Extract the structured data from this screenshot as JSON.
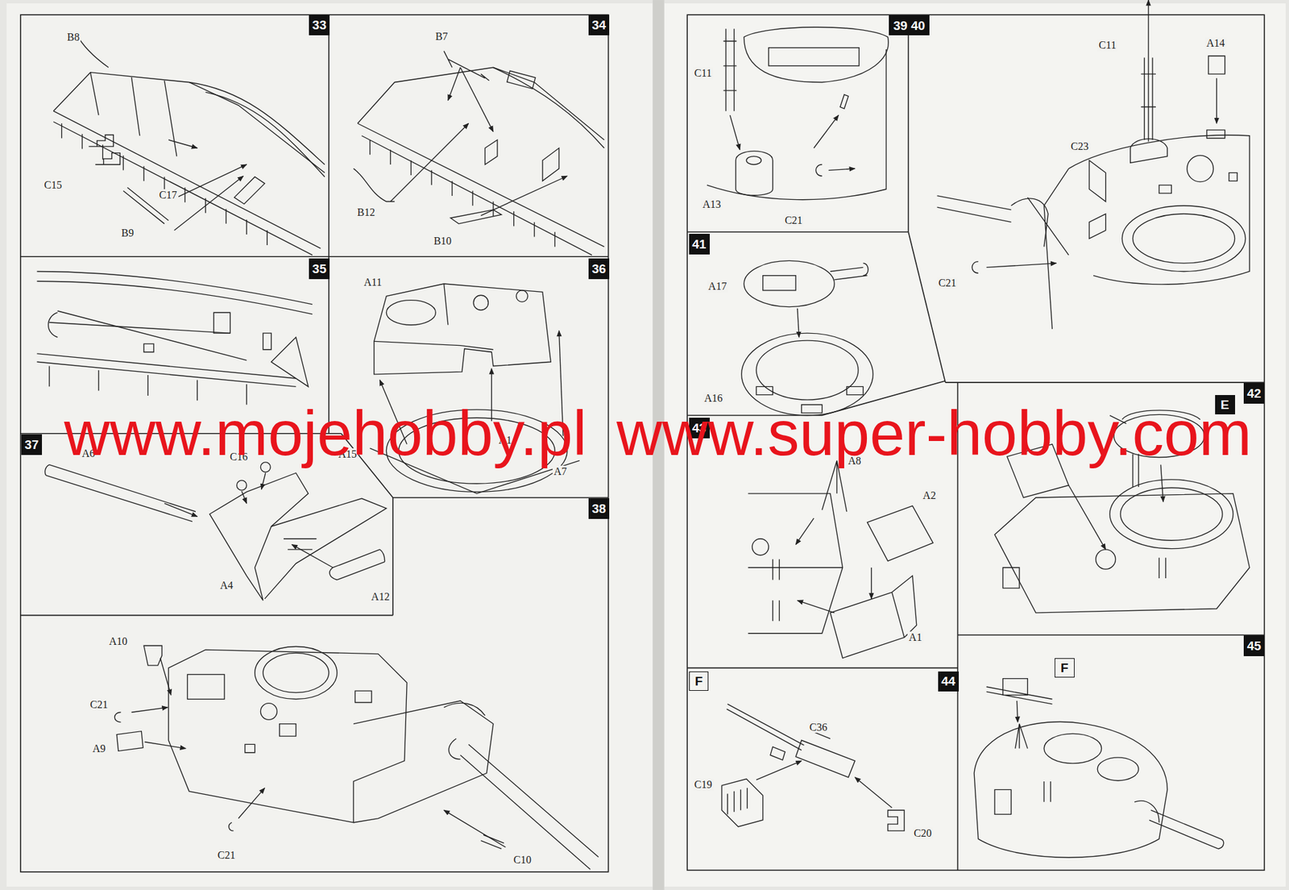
{
  "diagram": {
    "nodes": [
      {
        "text": [
          "33"
        ]
      },
      {
        "text": [
          "34"
        ]
      },
      {
        "text": [
          "35"
        ]
      },
      {
        "text": [
          "36"
        ]
      },
      {
        "text": [
          "37"
        ]
      },
      {
        "text": [
          "38"
        ]
      },
      {
        "text": [
          "39 40"
        ]
      },
      {
        "text": [
          "41"
        ]
      },
      {
        "text": [
          "42"
        ]
      },
      {
        "text": [
          "E"
        ]
      },
      {
        "text": [
          "43"
        ]
      },
      {
        "text": [
          "F"
        ]
      },
      {
        "text": [
          "44"
        ]
      },
      {
        "text": [
          "45"
        ]
      },
      {
        "text": [
          "F"
        ]
      }
    ],
    "labels": [
      "B8",
      "C15",
      "C17",
      "B9",
      "B7",
      "B12",
      "B10",
      "A11",
      "A1",
      "A7",
      "A6",
      "C16",
      "A15",
      "A4",
      "A12",
      "A10",
      "C21",
      "A9",
      "C21",
      "C10",
      "C11",
      "A13",
      "C21",
      "C11",
      "A14",
      "C23",
      "C21",
      "A17",
      "A16",
      "A8",
      "A2",
      "A1",
      "C36",
      "C19",
      "C20",
      "www.mojehobby.pl",
      "www.super-hobby.com"
    ]
  }
}
